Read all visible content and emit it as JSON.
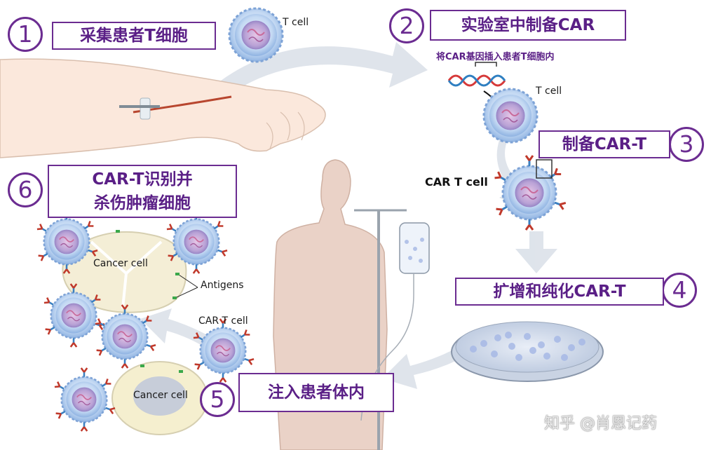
{
  "steps": [
    {
      "number": "1",
      "title": "采集患者T细胞"
    },
    {
      "number": "2",
      "title": "实验室中制备CAR",
      "subtitle": "将CAR基因插入患者T细胞内"
    },
    {
      "number": "3",
      "title": "制备CAR-T"
    },
    {
      "number": "4",
      "title": "扩增和纯化CAR-T"
    },
    {
      "number": "5",
      "title": "注入患者体内"
    },
    {
      "number": "6",
      "title_line1": "CAR-T识别并",
      "title_line2": "杀伤肿瘤细胞"
    }
  ],
  "labels": {
    "t_cell_1": "T cell",
    "t_cell_2": "T cell",
    "car_t_cell_1": "CAR T cell",
    "car_t_cell_2": "CAR T cell",
    "cancer_cell_1": "Cancer cell",
    "cancer_cell_2": "Cancer cell",
    "antigens": "Antigens"
  },
  "watermark": "知乎 @肖恩记药",
  "colors": {
    "accent": "#6b2c91",
    "arrow": "#dde3ea",
    "cell": "#a9c7ec",
    "nucleus": "#b9a2d6"
  }
}
